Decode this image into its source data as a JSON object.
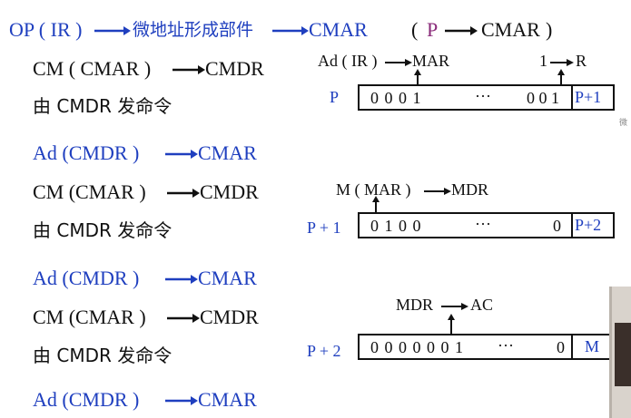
{
  "header": {
    "op": "OP ( IR )",
    "unit": "微地址形成部件",
    "cmar": "CMAR",
    "paren_open": "(",
    "p": "P",
    "cmar2": "CMAR",
    "paren_close": ")"
  },
  "steps": [
    {
      "line": "CM ( CMAR )",
      "target": "CMDR"
    },
    {
      "line": "由 CMDR 发命令"
    },
    {
      "line": "Ad (CMDR )",
      "target": "CMAR"
    },
    {
      "line": "CM (CMAR )",
      "target": "CMDR"
    },
    {
      "line": "由 CMDR 发命令"
    },
    {
      "line": "Ad (CMDR )",
      "target": "CMAR"
    },
    {
      "line": "CM (CMAR )",
      "target": "CMDR"
    },
    {
      "line": "由 CMDR 发命令"
    },
    {
      "line": "Ad (CMDR )",
      "target": "CMAR"
    }
  ],
  "micro": [
    {
      "addr": "P",
      "label_left": "Ad ( IR )",
      "label_left_to": "MAR",
      "label_right": "1",
      "label_right_to": "R",
      "bits_left": "0 0 0 1",
      "dots": "···",
      "bits_right": "0 0 1",
      "next": "P+1"
    },
    {
      "addr": "P + 1",
      "label_left": "M ( MAR )",
      "label_left_to": "MDR",
      "bits_left": "0 1 0 0",
      "dots": "···",
      "bits_right": "0",
      "next": "P+2"
    },
    {
      "addr": "P + 2",
      "label_left": "MDR",
      "label_left_to": "AC",
      "bits_left": "0 0 0 0 0 0 1",
      "dots": "···",
      "bits_right": "0",
      "next": "M"
    }
  ],
  "corner_text": "微",
  "colors": {
    "blue": "#1f3fbf",
    "black": "#111111",
    "purple": "#8a2b7a"
  }
}
